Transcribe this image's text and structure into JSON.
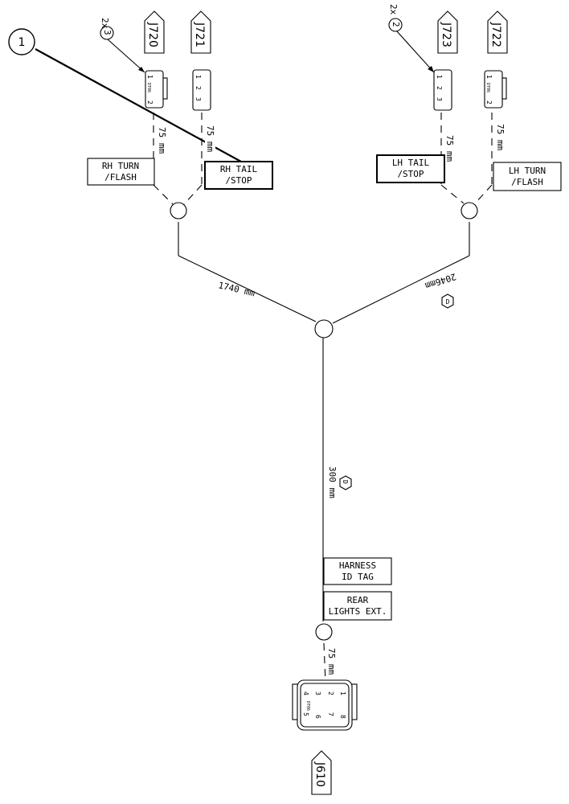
{
  "callout": {
    "number": "1"
  },
  "connectors": {
    "j720": {
      "tag": "J720",
      "qty": "2x",
      "ref": "3",
      "pins": [
        "1",
        "2"
      ],
      "mark": "DT06"
    },
    "j721": {
      "tag": "J721",
      "pins": [
        "1",
        "2",
        "3"
      ]
    },
    "j723": {
      "tag": "J723",
      "qty": "2x",
      "ref": "2",
      "pins": [
        "1",
        "2",
        "3"
      ]
    },
    "j722": {
      "tag": "J722",
      "pins": [
        "1",
        "2"
      ],
      "mark": "DT06"
    },
    "j610": {
      "tag": "J610",
      "pins": [
        "1",
        "2",
        "3",
        "4",
        "5",
        "6",
        "7",
        "8"
      ],
      "mark": "DT06"
    }
  },
  "lengths": {
    "j720": "75 mm",
    "j721": "75 mm",
    "j723": "75 mm",
    "j722": "75 mm",
    "left_branch": "1740 mm",
    "right_branch": "2046mm",
    "trunk": "300 mm",
    "j610": "75 mm"
  },
  "labels": {
    "rh_turn": [
      "RH TURN",
      "/FLASH"
    ],
    "rh_tail": [
      "RH TAIL",
      "/STOP"
    ],
    "lh_tail": [
      "LH TAIL",
      "/STOP"
    ],
    "lh_turn": [
      "LH TURN",
      "/FLASH"
    ],
    "harness_tag": [
      "HARNESS",
      "ID TAG"
    ],
    "rear_lights": [
      "REAR",
      "LIGHTS EXT."
    ]
  },
  "notes": {
    "right_branch": "D",
    "trunk": "D"
  }
}
